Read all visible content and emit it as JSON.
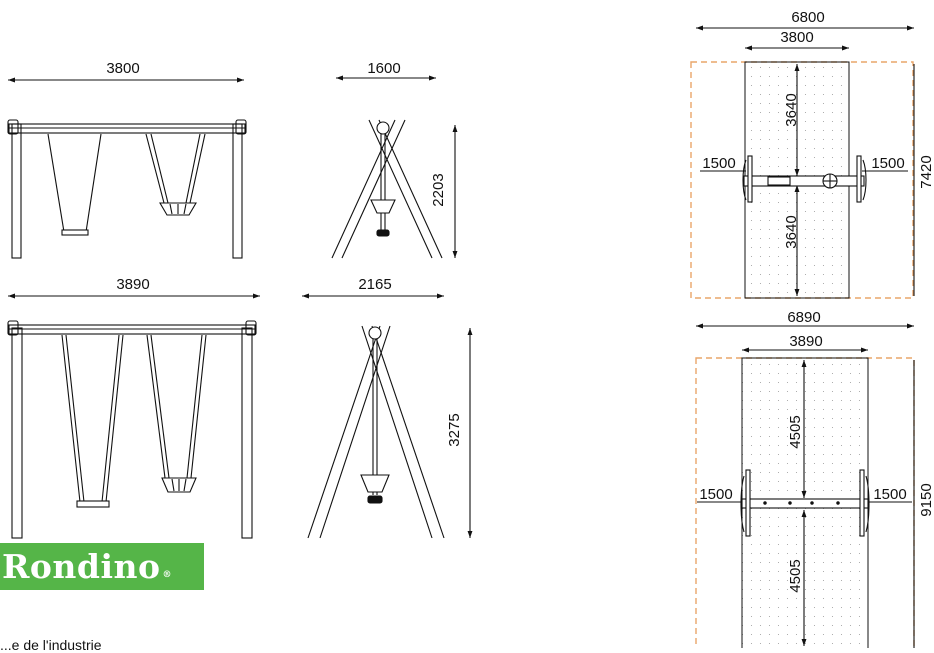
{
  "dimensions": {
    "small_front_width": "3800",
    "small_side_width": "1600",
    "small_height": "2203",
    "large_front_width": "3890",
    "large_side_width": "2165",
    "large_height": "3275",
    "plan1_total_width": "6800",
    "plan1_frame_width": "3800",
    "plan1_top_depth": "3640",
    "plan1_bottom_depth": "3640",
    "plan1_left_margin": "1500",
    "plan1_right_margin": "1500",
    "plan1_total_depth": "7420",
    "plan2_total_width": "6890",
    "plan2_frame_width": "3890",
    "plan2_top_depth": "4505",
    "plan2_bottom_depth": "4505",
    "plan2_left_margin": "1500",
    "plan2_right_margin": "1500",
    "plan2_total_depth": "9150"
  },
  "brand": {
    "name": "Rondino",
    "registered": "®",
    "tagline": "...e de l'industrie",
    "color": "#55b548"
  },
  "colors": {
    "line": "#111111",
    "safety_zone": "#e9a56a"
  }
}
